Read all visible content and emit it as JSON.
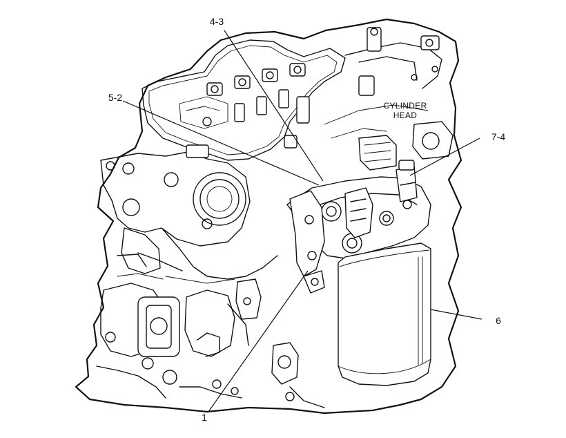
{
  "region_label": {
    "line1": "CYLINDER",
    "line2": "HEAD"
  },
  "callouts": [
    {
      "id": "callout-4-3",
      "label": "4-3"
    },
    {
      "id": "callout-5-2",
      "label": "5-2"
    },
    {
      "id": "callout-7-4",
      "label": "7-4"
    },
    {
      "id": "callout-6",
      "label": "6"
    },
    {
      "id": "callout-1",
      "label": "1"
    }
  ],
  "colors": {
    "line": "#111111",
    "background": "#ffffff"
  }
}
